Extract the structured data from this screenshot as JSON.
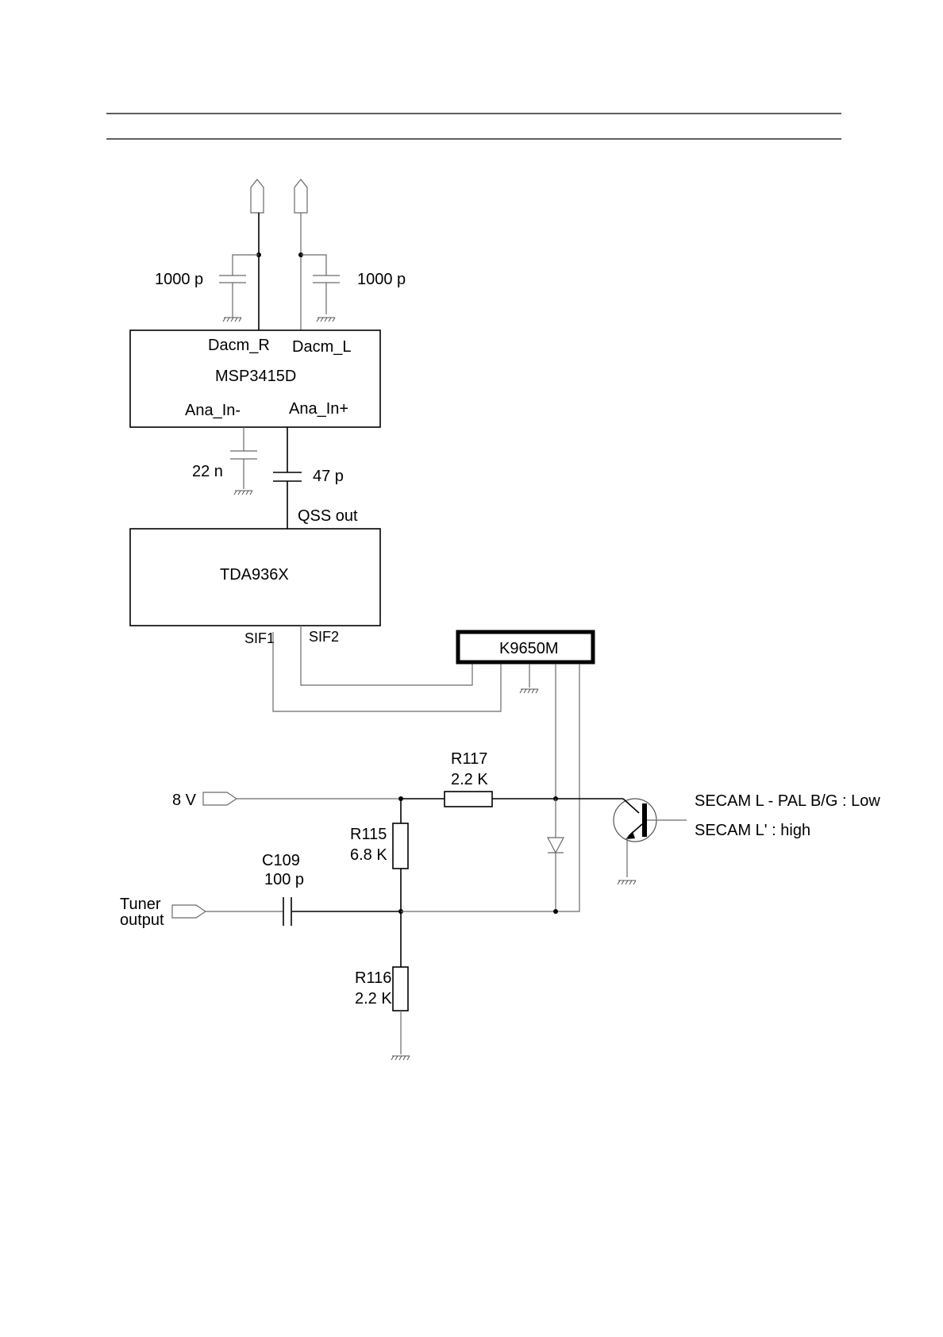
{
  "chips": {
    "msp": {
      "name": "MSP3415D",
      "pin_dacm_r": "Dacm_R",
      "pin_dacm_l": "Dacm_L",
      "pin_ana_in_minus": "Ana_In-",
      "pin_ana_in_plus": "Ana_In+"
    },
    "tda": {
      "name": "TDA936X",
      "pin_qss": "QSS out",
      "pin_sif1": "SIF1",
      "pin_sif2": "SIF2"
    },
    "saw": {
      "name": "K9650M"
    }
  },
  "components": {
    "cap_r": "1000 p",
    "cap_l": "1000 p",
    "cap_22n": "22 n",
    "cap_47p": "47 p",
    "r117_ref": "R117",
    "r117_val": "2.2 K",
    "r115_ref": "R115",
    "r115_val": "6.8 K",
    "r116_ref": "R116",
    "r116_val": "2.2 K",
    "c109_ref": "C109",
    "c109_val": "100 p"
  },
  "ports": {
    "supply": "8 V",
    "tuner_line1": "Tuner",
    "tuner_line2": "output"
  },
  "notes": {
    "line1": "SECAM L - PAL B/G : Low",
    "line2": "SECAM L' : high"
  }
}
